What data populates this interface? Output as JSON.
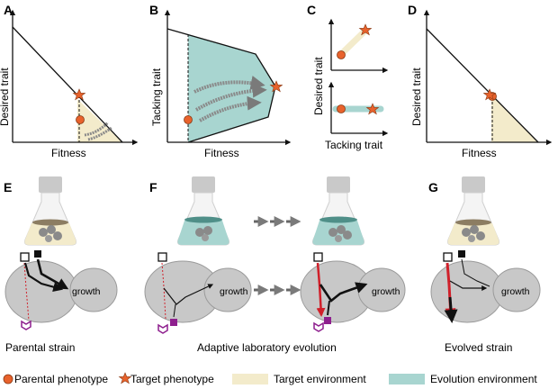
{
  "panels": {
    "A": {
      "label": "A",
      "xlabel": "Fitness",
      "ylabel": "Desired trait"
    },
    "B": {
      "label": "B",
      "xlabel": "Fitness",
      "ylabel": "Tacking trait"
    },
    "C": {
      "label": "C",
      "xlabel": "Tacking trait",
      "ylabel": "Desired trait"
    },
    "D": {
      "label": "D",
      "xlabel": "Fitness",
      "ylabel": "Desired trait"
    },
    "E": {
      "label": "E",
      "caption": "Parental strain",
      "growth_label": "growth"
    },
    "F": {
      "label": "F",
      "caption": "Adaptive laboratory evolution",
      "growth_label": "growth"
    },
    "G": {
      "label": "G",
      "caption": "Evolved strain",
      "growth_label": "growth"
    }
  },
  "legend": {
    "parental": "Parental phenotype",
    "target_pheno": "Target phenotype",
    "target_env": "Target environment",
    "evolution_env": "Evolution environment"
  },
  "colors": {
    "parental": "#e8622c",
    "target_env": "#f3ebcb",
    "evolution_env": "#a8d5d0",
    "cell": "#c8c8c8",
    "pathway_red": "#d0202a",
    "purple": "#8e1f8e"
  }
}
